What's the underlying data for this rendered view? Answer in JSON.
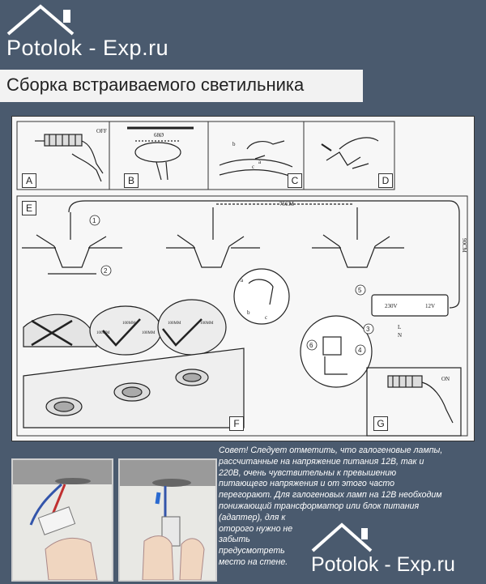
{
  "header": {
    "site_title": "Potolok - Exp.ru",
    "heading": "Сборка встраиваемого светильника"
  },
  "diagram": {
    "panels": [
      "A",
      "B",
      "C",
      "D",
      "E",
      "F",
      "G"
    ],
    "labels": {
      "off": "OFF",
      "on": "ON",
      "dim_b": "68Ø",
      "dim_cable": "75CM",
      "dim_vertical": "90CM",
      "transformer_in": "230V",
      "transformer_out": "12V",
      "c_b": "b",
      "c_c": "c",
      "c_a": "a",
      "detail_a": "a",
      "detail_b": "b",
      "detail_c": "c",
      "step1": "1",
      "step2": "2",
      "step3": "3",
      "step4": "4",
      "step5": "5",
      "step6": "6",
      "plug_n": "N",
      "plug_l": "L",
      "dim_100mm_1": "100MM",
      "dim_100mm_2": "100MM",
      "dim_100mm_3": "100MM",
      "dim_100mm_4": "100MM",
      "dim_100mm_5": "100MM"
    }
  },
  "tip": {
    "lines": [
      "Совет! Следует отметить, что галогеновые лампы,",
      "рассчитанные на напряжение питания 12В, так и",
      "220В, очень чувствительны к превышению",
      "питающего напряжения и от этого часто",
      "перегорают. Для галогеновых ламп на 12В необходим",
      "понижающий трансформатор или блок питания",
      "(адаптер), для к",
      "оторого нужно не",
      "забыть",
      "предусмотреть",
      "место на стене."
    ]
  },
  "footer": {
    "site_title": "Potolok - Exp.ru"
  }
}
